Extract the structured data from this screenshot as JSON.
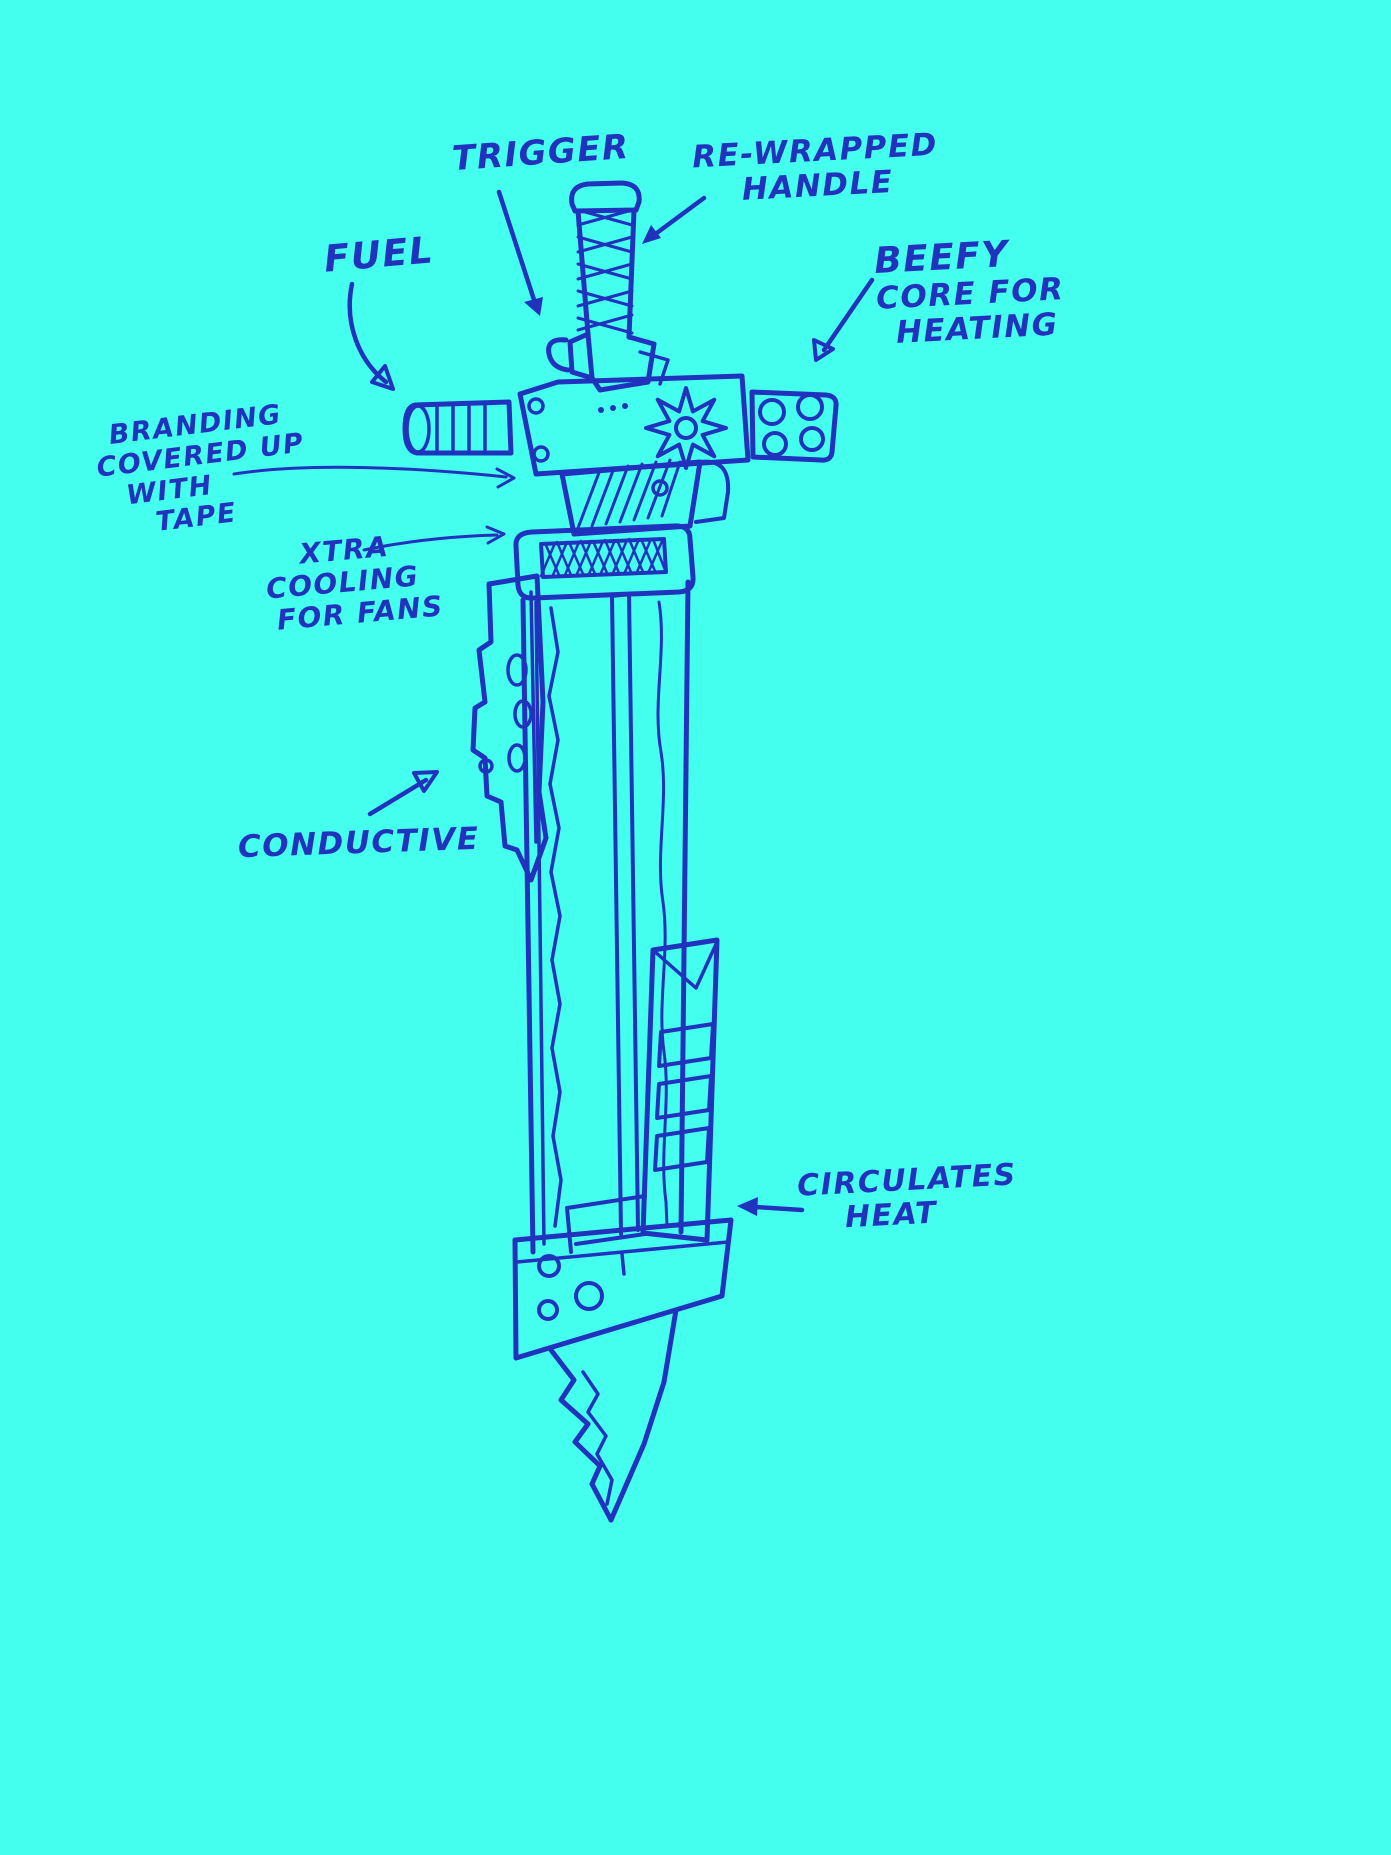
{
  "colors": {
    "background": "#45ffee",
    "ink": "#2133bd"
  },
  "labels": {
    "trigger": {
      "text": "TRIGGER"
    },
    "rewrapped_handle": {
      "lines": [
        "RE-WRAPPED",
        "HANDLE"
      ]
    },
    "fuel": {
      "text": "FUEL"
    },
    "beefy_core": {
      "lines": [
        "BEEFY",
        "CORE FOR",
        "HEATING"
      ]
    },
    "branding_tape": {
      "lines": [
        "BRANDING",
        "COVERED UP",
        "WITH",
        "TAPE"
      ]
    },
    "xtra_cooling": {
      "lines": [
        "XTRA",
        "COOLING",
        "FOR FANS"
      ]
    },
    "conductive": {
      "text": "CONDUCTIVE"
    },
    "circulates_heat": {
      "lines": [
        "CIRCULATES",
        "HEAT"
      ]
    }
  }
}
